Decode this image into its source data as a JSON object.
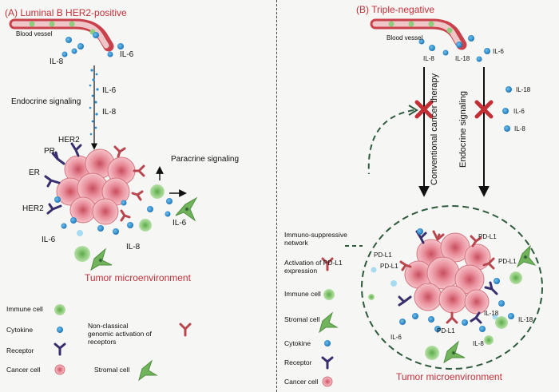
{
  "panelA": {
    "title": "(A) Luminal B HER2-positive",
    "blood_vessel": "Blood vessel",
    "il6_a": "IL-6",
    "il8_a": "IL-8",
    "il6_b": "IL-6",
    "il8_b": "IL-8",
    "endocrine": "Endocrine signaling",
    "paracrine": "Paracrine signaling",
    "pr": "PR",
    "her2_top": "HER2",
    "er": "ER",
    "her2_left": "HER2",
    "il6_c": "IL-6",
    "il6_d": "IL-6",
    "il8_c": "IL-8",
    "tme": "Tumor microenvironment",
    "legend": {
      "immune": "Immune cell",
      "cytokine": "Cytokine",
      "receptor": "Receptor",
      "cancer": "Cancer cell",
      "nonclassical_1": "Non-classical",
      "nonclassical_2": "genomic activation of",
      "nonclassical_3": "receptors",
      "stromal": "Stromal cell"
    }
  },
  "panelB": {
    "title": "(B) Triple-negative",
    "blood_vessel": "Blood vessel",
    "il8": "IL-8",
    "il18": "IL-18",
    "il6": "IL-6",
    "conventional": "Conventional cancer therapy",
    "endocrine": "Endocrine signaling",
    "il18_r": "IL-18",
    "il6_r": "IL-6",
    "il8_r": "IL-8",
    "immuno_1": "Immuno-suppressive",
    "immuno_2": "network",
    "pdl1_act_1": "Activation of PD-L1",
    "pdl1_act_2": "expression",
    "immune": "Immune cell",
    "stromal": "Stromal cell",
    "cytokine": "Cytokine",
    "receptor": "Receptor",
    "cancer": "Cancer cell",
    "pdl1_a": "PD-L1",
    "pdl1_b": "PD-L1",
    "pdl1_c": "PD-L1",
    "pdl1_d": "PD-L1",
    "pdl1_e": "PD-L1",
    "il18_in": "IL-18",
    "il18_in2": "IL-18",
    "il6_in": "IL-6",
    "il8_in": "IL-8",
    "tme": "Tumor microenvironment"
  },
  "colors": {
    "title_red": "#c2313a",
    "vessel_red": "#c9414b",
    "cytokine_blue": "#2f8fd0",
    "immune_green": "#7cc06a",
    "receptor_purple": "#3a2f6e",
    "nonclassical_red": "#b9464e",
    "cancer_pink": "#e48f98",
    "cross_red": "#c22f35",
    "dashed_green": "#2f5a3e"
  }
}
